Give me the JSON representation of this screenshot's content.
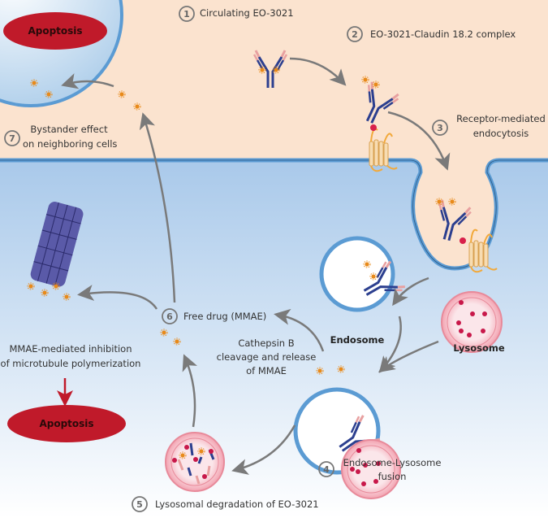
{
  "colors": {
    "extracellular": "#fbe3cf",
    "cytoplasm_top": "#a9c9ea",
    "cytoplasm_bottom": "#ffffff",
    "membrane": "#5b9bd3",
    "apoptosis": "#c01a2a",
    "lysosome": "#f4a7b4",
    "antibody_heavy": "#2c3f8f",
    "antibody_light": "#e8a0a0",
    "claudin": "#f2a93b",
    "drug": "#e88a1a",
    "arrow": "#7a7a7a",
    "red_arrow": "#c01a2a"
  },
  "steps": [
    {
      "num": "1",
      "label": "Circulating EO-3021"
    },
    {
      "num": "2",
      "label": "EO-3021-Claudin 18.2 complex"
    },
    {
      "num": "3",
      "label_lines": [
        "Receptor-mediated",
        "endocytosis"
      ]
    },
    {
      "num": "4",
      "label_lines": [
        "Endosome-Lysosome",
        "fusion"
      ]
    },
    {
      "num": "5",
      "label": "Lysosomal degradation of EO-3021"
    },
    {
      "num": "6",
      "label": "Free drug (MMAE)"
    },
    {
      "num": "7",
      "label_lines": [
        "Bystander effect",
        "on neighboring cells"
      ]
    }
  ],
  "labels": {
    "apoptosis_top": "Apoptosis",
    "apoptosis_bottom": "Apoptosis",
    "endosome": "Endosome",
    "lysosome": "Lysosome",
    "cathepsin": [
      "Cathepsin B",
      "cleavage and release",
      "of MMAE"
    ],
    "mmae_inhibition": [
      "MMAE-mediated inhibition",
      "of microtubule polymerization"
    ]
  }
}
